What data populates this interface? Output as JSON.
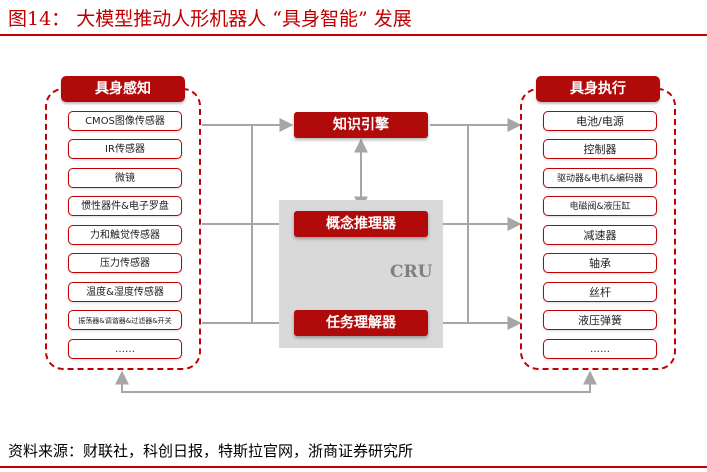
{
  "title": "图14：  大模型推动人形机器人 “具身智能” 发展",
  "source": "资料来源：财联社，科创日报，特斯拉官网，浙商证券研究所",
  "left_panel": {
    "title": "具身感知",
    "items": [
      "CMOS图像传感器",
      "IR传感器",
      "微镜",
      "惯性器件&电子罗盘",
      "力和触觉传感器",
      "压力传感器",
      "温度&湿度传感器",
      "振荡器&调谐器&过滤器&开关",
      "……"
    ]
  },
  "right_panel": {
    "title": "具身执行",
    "items": [
      "电池/电源",
      "控制器",
      "驱动器&电机&编码器",
      "电磁阀&液压缸",
      "减速器",
      "轴承",
      "丝杆",
      "液压弹簧",
      "……"
    ]
  },
  "center": {
    "cru_label": "CRU",
    "modules": [
      "知识引擎",
      "概念推理器",
      "任务理解器"
    ]
  },
  "colors": {
    "accent": "#c00000",
    "module_fill": "#b00a0a",
    "arrow": "#a6a6a6",
    "cru_fill": "#d9d9d9"
  }
}
